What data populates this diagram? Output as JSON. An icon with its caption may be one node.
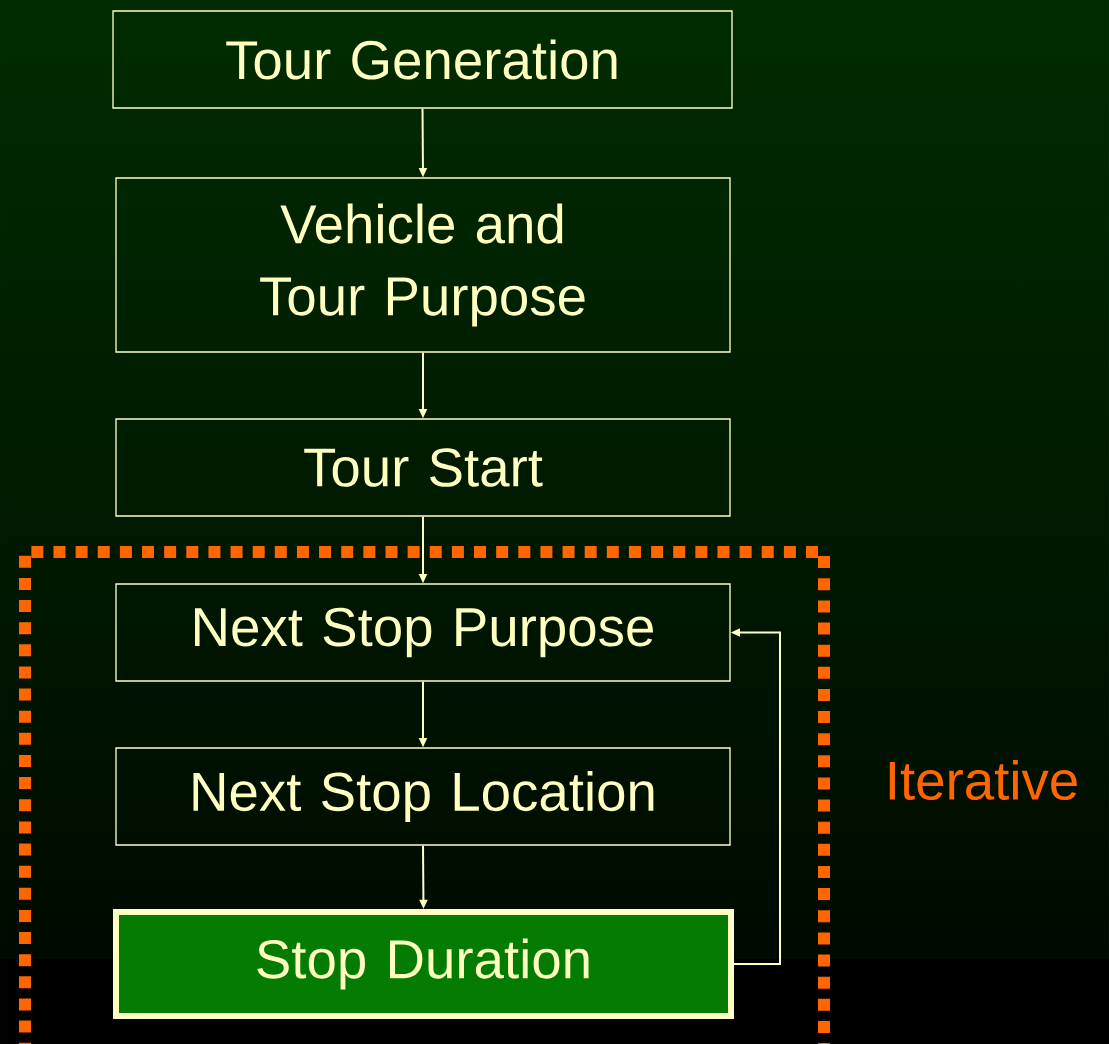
{
  "diagram": {
    "nodes": [
      {
        "text": [
          "Tour Generation"
        ]
      },
      {
        "text": [
          "Vehicle and Tour Purpose"
        ]
      },
      {
        "text": [
          "Tour Start"
        ]
      },
      {
        "text": [
          "Iterative"
        ]
      },
      {
        "text": [
          "Next Stop Purpose"
        ],
        "in": 3
      },
      {
        "text": [
          "Next Stop Location"
        ],
        "in": 3
      },
      {
        "text": [
          "Stop Duration"
        ],
        "in": 3
      }
    ],
    "edges": [
      {
        "from": 0,
        "to": 1,
        "arrow": "to"
      },
      {
        "from": 1,
        "to": 2,
        "arrow": "to"
      },
      {
        "from": 2,
        "to": 4,
        "arrow": "to"
      },
      {
        "from": 4,
        "to": 5,
        "arrow": "to"
      },
      {
        "from": 5,
        "to": 6,
        "arrow": "to"
      },
      {
        "from": 6,
        "to": 4,
        "arrow": "to"
      }
    ]
  }
}
